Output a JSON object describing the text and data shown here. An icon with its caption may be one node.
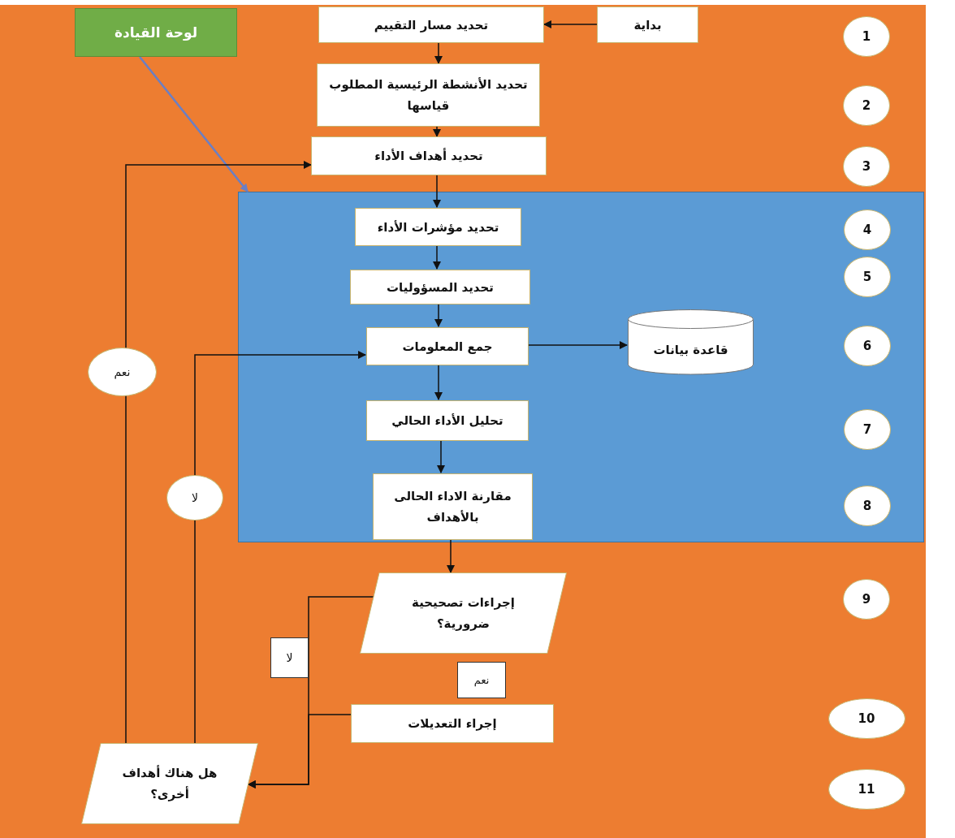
{
  "diagram": {
    "nodes": [
      {
        "text": [
          "بداية"
        ]
      },
      {
        "text": [
          "تحديد مسار التقييم"
        ]
      },
      {
        "text": [
          "لوحة القيادة"
        ]
      },
      {
        "text": [
          "تحديد الأنشطة الرئيسية المطلوب قياسها"
        ]
      },
      {
        "text": [
          "تحديد أهداف الأداء"
        ]
      },
      {
        "text": [],
        "shape": "box"
      },
      {
        "text": [
          "تحديد مؤشرات الأداء"
        ],
        "in": 5
      },
      {
        "text": [
          "تحديد المسؤوليات"
        ],
        "in": 5
      },
      {
        "text": [
          "جمع المعلومات"
        ],
        "in": 5
      },
      {
        "text": [
          "قاعدة بيانات"
        ],
        "in": 5
      },
      {
        "text": [
          "تحليل الأداء الحالي"
        ],
        "in": 5
      },
      {
        "text": [
          "مقارنة الاداء الحالى بالأهداف"
        ],
        "in": 5
      },
      {
        "text": [
          "إجراءات تصحيحية ضرورية؟"
        ]
      },
      {
        "text": [
          "نعم"
        ]
      },
      {
        "text": [
          "إجراء التعديلات"
        ]
      },
      {
        "text": [
          "هل هناك أهداف أخرى؟"
        ]
      },
      {
        "text": [
          "1"
        ]
      },
      {
        "text": [
          "2"
        ]
      },
      {
        "text": [
          "3"
        ]
      },
      {
        "text": [
          "4"
        ],
        "in": 5
      },
      {
        "text": [
          "5"
        ],
        "in": 5
      },
      {
        "text": [
          "6"
        ],
        "in": 5
      },
      {
        "text": [
          "7"
        ],
        "in": 5
      },
      {
        "text": [
          "8"
        ],
        "in": 5
      },
      {
        "text": [
          "9"
        ]
      },
      {
        "text": [
          "10"
        ]
      },
      {
        "text": [
          "11"
        ]
      }
    ],
    "edges": [
      {
        "from": 0,
        "to": 1,
        "arrow": "to"
      },
      {
        "from": 1,
        "to": 3,
        "arrow": "to"
      },
      {
        "from": 3,
        "to": 4,
        "arrow": "to"
      },
      {
        "from": 2,
        "to": 5,
        "arrow": "to",
        "color": "#6a7fc4"
      },
      {
        "from": 4,
        "to": 6,
        "arrow": "to"
      },
      {
        "from": 6,
        "to": 7,
        "arrow": "to"
      },
      {
        "from": 7,
        "to": 8,
        "arrow": "to"
      },
      {
        "from": 8,
        "to": 9,
        "arrow": "to"
      },
      {
        "from": 8,
        "to": 10,
        "arrow": "to"
      },
      {
        "from": 10,
        "to": 11,
        "arrow": "to"
      },
      {
        "from": 11,
        "to": 12,
        "arrow": "to"
      },
      {
        "from": 12,
        "to": 15,
        "arrow": "to",
        "label": "لا"
      },
      {
        "from": 14,
        "to": 15,
        "arrow": "to"
      },
      {
        "from": 15,
        "to": 4,
        "arrow": "to",
        "label": "نعم"
      },
      {
        "from": 15,
        "to": 8,
        "arrow": "to",
        "label": "لا"
      }
    ]
  }
}
